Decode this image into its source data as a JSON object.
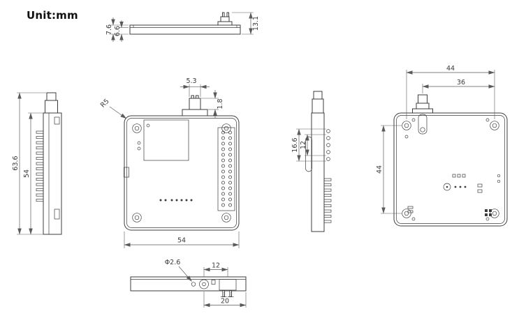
{
  "unit_label": "Unit:mm",
  "views": {
    "top_edge": {
      "dim_total_thickness": "7.6",
      "dim_body_thickness": "6.6",
      "dim_height_with_connector": "13.1"
    },
    "left_side": {
      "dim_total_height": "63.6",
      "dim_body_height": "54"
    },
    "front": {
      "dim_connector_width": "5.3",
      "dim_connector_height": "1.8",
      "dim_corner_radius": "R5",
      "dim_body_width": "54"
    },
    "right_side": {
      "dim_pad_span": "16.6",
      "dim_pad_pitch_span": "12"
    },
    "back": {
      "dim_hole_pitch_x": "44",
      "dim_connector_to_hole": "36",
      "dim_hole_pitch_y": "44"
    },
    "bottom_edge": {
      "dim_hole_diameter": "Φ2.6",
      "dim_feature_offset": "12",
      "dim_feature_span": "20"
    }
  }
}
